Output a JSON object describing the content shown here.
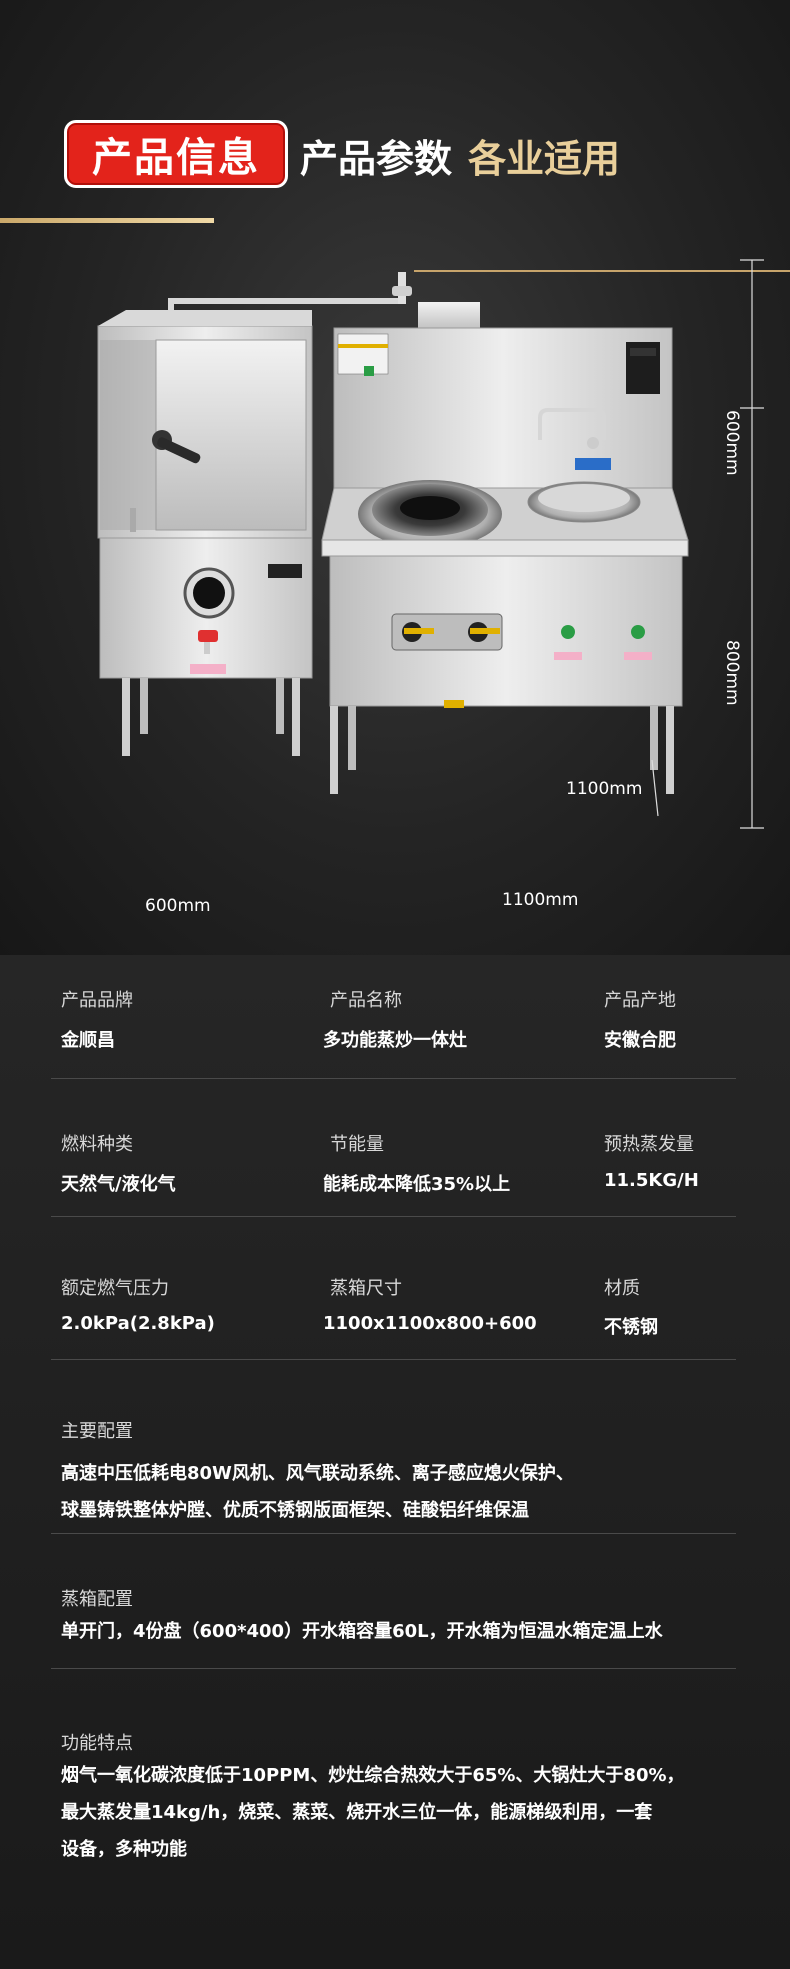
{
  "header": {
    "badge": "产品信息",
    "title_white": "产品参数",
    "title_gold": "各业适用"
  },
  "product": {
    "dims": {
      "steamer_width": "600mm",
      "stove_width": "1100mm",
      "upper_height": "600mm",
      "lower_height": "800mm",
      "depth": "1100mm"
    }
  },
  "specs": [
    [
      {
        "label": "产品品牌",
        "value": "金顺昌"
      },
      {
        "label": "产品名称",
        "value": "多功能蒸炒一体灶"
      },
      {
        "label": "产品产地",
        "value": "安徽合肥"
      }
    ],
    [
      {
        "label": "燃料种类",
        "value": "天然气/液化气"
      },
      {
        "label": "节能量",
        "value": "能耗成本降低35%以上"
      },
      {
        "label": "预热蒸发量",
        "value": "11.5KG/H"
      }
    ],
    [
      {
        "label": "额定燃气压力",
        "value": "2.0kPa(2.8kPa)"
      },
      {
        "label": "蒸箱尺寸",
        "value": "1100x1100x800+600"
      },
      {
        "label": "材质",
        "value": "不锈钢"
      }
    ]
  ],
  "sections": {
    "main_config": {
      "label": "主要配置",
      "lines": [
        "高速中压低耗电80W风机、风气联动系统、离子感应熄火保护、",
        "球墨铸铁整体炉膛、优质不锈钢版面框架、硅酸铝纤维保温"
      ]
    },
    "steamer_config": {
      "label": "蒸箱配置",
      "lines": [
        "单开门，4份盘（600*400）开水箱容量60L，开水箱为恒温水箱定温上水"
      ]
    },
    "features": {
      "label": "功能特点",
      "lines": [
        "烟气一氧化碳浓度低于10PPM、炒灶综合热效大于65%、大锅灶大于80%，",
        "最大蒸发量14kg/h，烧菜、蒸菜、烧开水三位一体，能源梯级利用，一套",
        "设备，多种功能"
      ]
    }
  },
  "colors": {
    "badge_red": "#e3231b",
    "gold": "#e9cf9a",
    "background": "#1c1c1c"
  }
}
